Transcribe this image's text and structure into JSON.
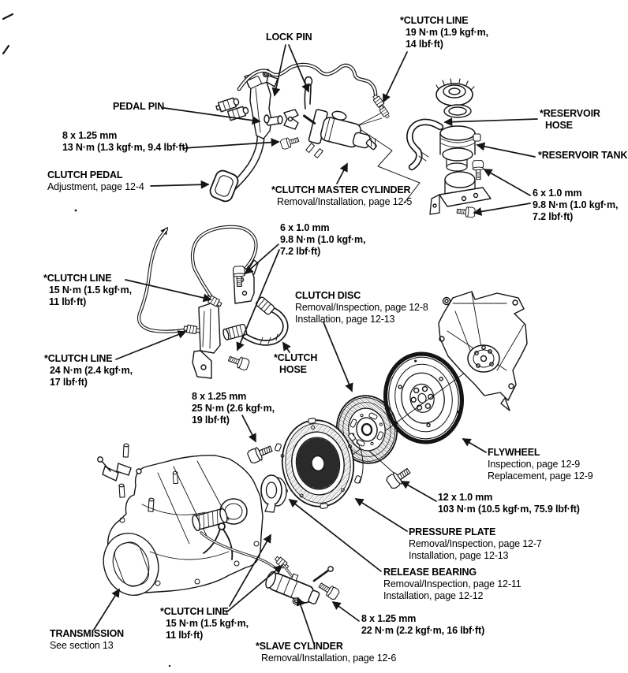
{
  "page": {
    "kind": "service-manual exploded diagram, clutch assembly",
    "background": "#ffffff",
    "ink": "#141414"
  },
  "labels": {
    "lock_pin": {
      "title": "LOCK PIN"
    },
    "clutch_line_upper": {
      "title": "*CLUTCH LINE",
      "spec1": "19 N·m (1.9 kgf·m,",
      "spec2": "14 lbf·ft)"
    },
    "pedal_pin": {
      "title": "PEDAL PIN"
    },
    "pedal_bolt": {
      "size": "8 x 1.25 mm",
      "spec1": "13 N·m (1.3 kgf·m, 9.4 lbf·ft)"
    },
    "clutch_pedal": {
      "title": "CLUTCH PEDAL",
      "ref1": "Adjustment, page 12-4"
    },
    "reservoir_hose": {
      "title": "*RESERVOIR",
      "title2": "HOSE"
    },
    "reservoir_tank": {
      "title": "*RESERVOIR TANK"
    },
    "reservoir_bolts": {
      "size": "6 x 1.0 mm",
      "spec1": "9.8 N·m (1.0 kgf·m,",
      "spec2": "7.2 lbf·ft)"
    },
    "master_cylinder": {
      "title": "*CLUTCH MASTER CYLINDER",
      "ref1": "Removal/Installation, page 12-5"
    },
    "damper_bolts": {
      "size": "6 x 1.0 mm",
      "spec1": "9.8 N·m (1.0 kgf·m,",
      "spec2": "7.2 lbf·ft)"
    },
    "clutch_line_left": {
      "title": "*CLUTCH LINE",
      "spec1": "15 N·m (1.5 kgf·m,",
      "spec2": "11 lbf·ft)"
    },
    "clutch_disc": {
      "title": "CLUTCH DISC",
      "ref1": "Removal/Inspection, page 12-8",
      "ref2": "Installation, page 12-13"
    },
    "clutch_line_24": {
      "title": "*CLUTCH LINE",
      "spec1": "24 N·m (2.4 kgf·m,",
      "spec2": "17 lbf·ft)"
    },
    "clutch_hose": {
      "title": "*CLUTCH",
      "title2": "HOSE"
    },
    "plate_bolt": {
      "size": "8 x 1.25 mm",
      "spec1": "25 N·m (2.6 kgf·m,",
      "spec2": "19 lbf·ft)"
    },
    "flywheel": {
      "title": "FLYWHEEL",
      "ref1": "Inspection, page 12-9",
      "ref2": "Replacement, page 12-9"
    },
    "flywheel_bolt": {
      "size": "12 x 1.0 mm",
      "spec1": "103 N·m (10.5 kgf·m, 75.9 lbf·ft)"
    },
    "pressure_plate": {
      "title": "PRESSURE PLATE",
      "ref1": "Removal/Inspection, page 12-7",
      "ref2": "Installation, page 12-13"
    },
    "release_bearing": {
      "title": "RELEASE BEARING",
      "ref1": "Removal/Inspection, page 12-11",
      "ref2": "Installation, page 12-12"
    },
    "slave_bolt": {
      "size": "8 x 1.25 mm",
      "spec1": "22 N·m (2.2 kgf·m, 16 lbf·ft)"
    },
    "transmission": {
      "title": "TRANSMISSION",
      "ref1": "See section 13"
    },
    "clutch_line_bottom": {
      "title": "*CLUTCH LINE",
      "spec1": "15 N·m (1.5 kgf·m,",
      "spec2": "11 lbf·ft)"
    },
    "slave_cylinder": {
      "title": "*SLAVE CYLINDER",
      "ref1": "Removal/Installation, page 12-6"
    }
  }
}
